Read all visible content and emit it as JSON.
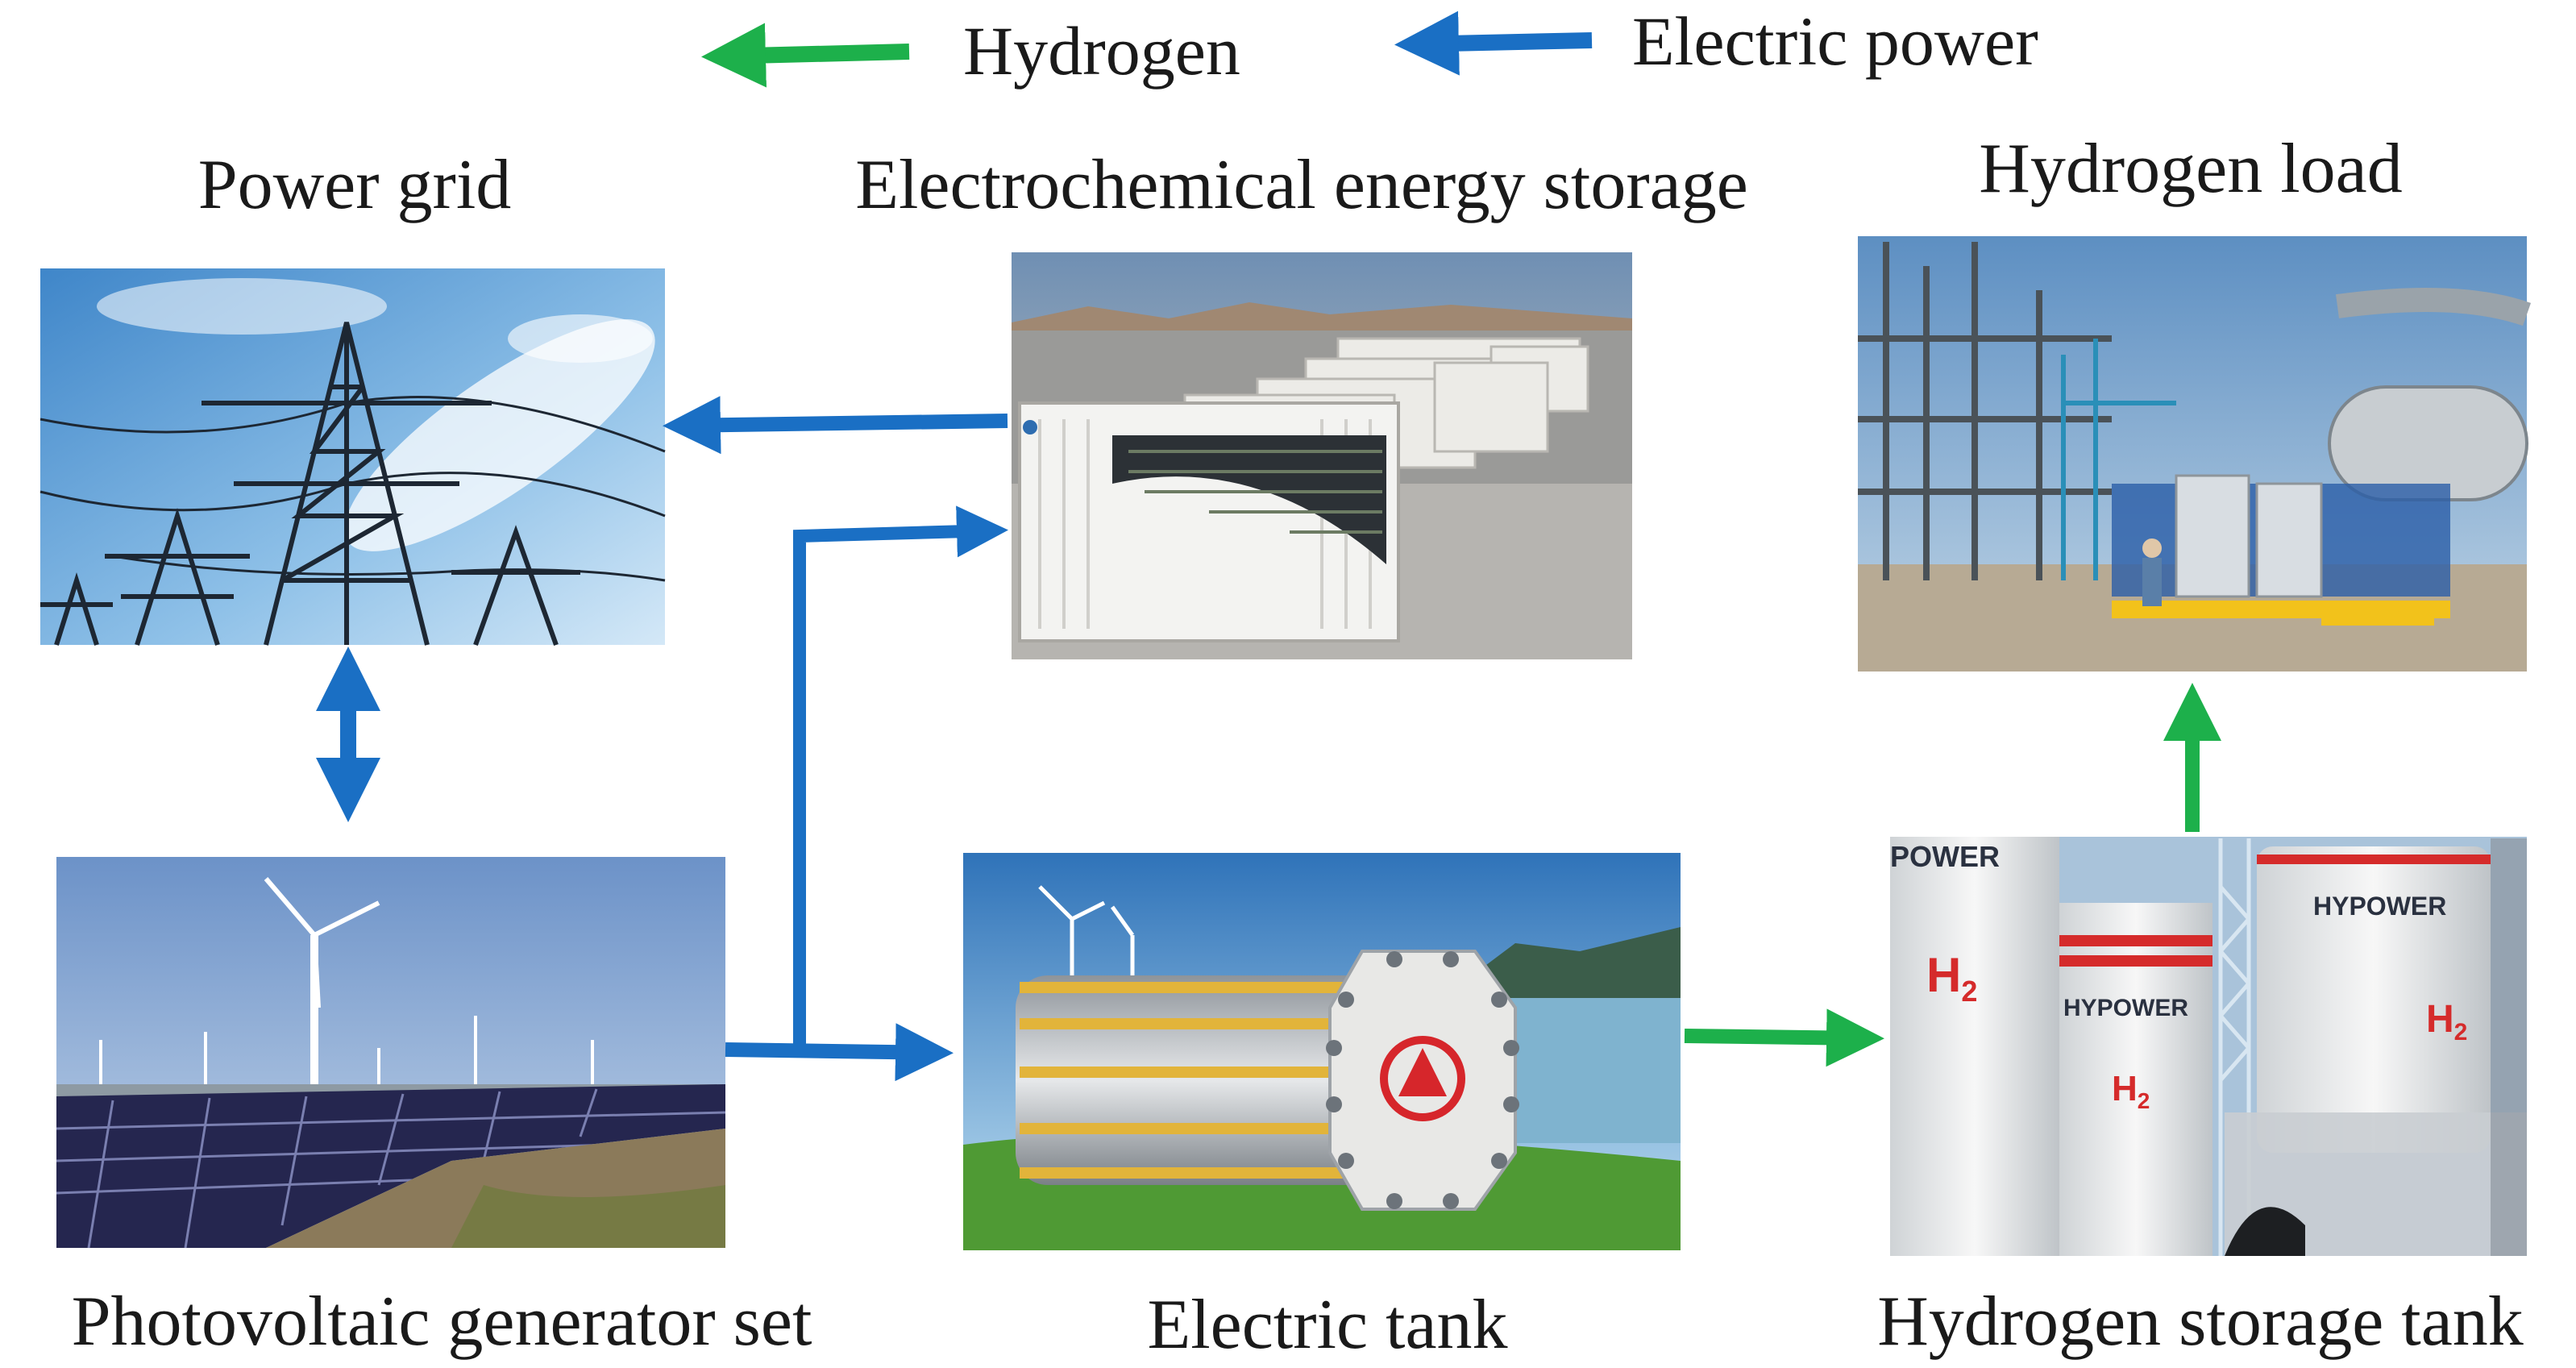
{
  "legend": {
    "hydrogen_label": "Hydrogen",
    "electric_label": "Electric power"
  },
  "nodes": {
    "power_grid": "Power grid",
    "electrochemical_storage": "Electrochemical energy storage",
    "hydrogen_load": "Hydrogen load",
    "photovoltaic": "Photovoltaic generator set",
    "electric_tank": "Electric tank",
    "hydrogen_storage": "Hydrogen storage tank"
  },
  "image_text": {
    "hypower_left": "HYPOWER",
    "hypower_right": "HYPOWER",
    "h2_left": "H",
    "h2_mid": "H",
    "h2_right": "H",
    "h2_sub": "2",
    "power_top": "POWER"
  },
  "colors": {
    "hydrogen_arrow": "#1db04b",
    "electric_arrow": "#1a6fc4"
  }
}
